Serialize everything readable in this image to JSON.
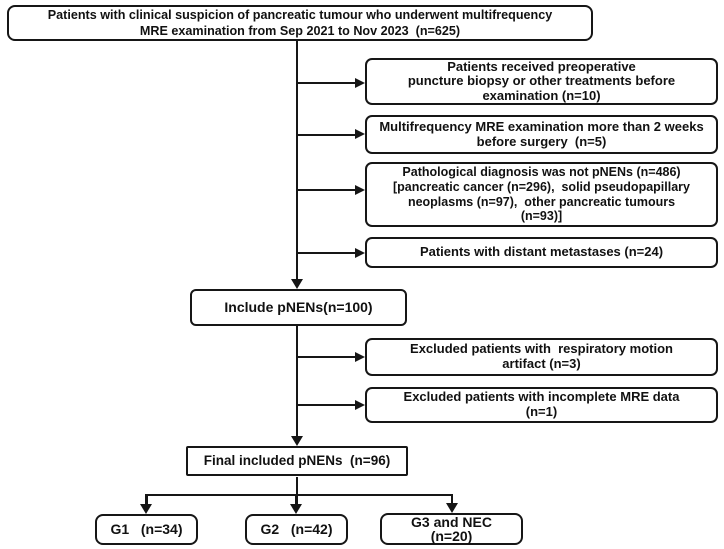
{
  "figure": {
    "type": "patient-flow-diagram",
    "background_color": "#ffffff",
    "line_color": "#161616",
    "text_color": "#111111"
  },
  "nodes": {
    "source": {
      "lines": [
        "Patients with clinical suspicion of pancreatic tumour who underwent multifrequency",
        "MRE examination from Sep 2021 to Nov 2023  (n=625)"
      ],
      "n": 625
    },
    "excl_preop": {
      "lines": [
        "Patients received preoperative",
        "puncture biopsy or other treatments before",
        "examination (n=10)"
      ],
      "n": 10
    },
    "excl_timing": {
      "lines": [
        "Multifrequency MRE examination more than 2 weeks",
        "before surgery  (n=5)"
      ],
      "n": 5
    },
    "excl_pathology": {
      "lines": [
        "Pathological diagnosis was not pNENs (n=486)",
        "[pancreatic cancer (n=296),  solid pseudopapillary",
        "neoplasms (n=97),  other pancreatic tumours",
        "(n=93)]"
      ],
      "n": 486
    },
    "excl_metastases": {
      "lines": [
        "Patients with distant metastases (n=24)"
      ],
      "n": 24
    },
    "include": {
      "lines": [
        "Include pNENs(n=100)"
      ],
      "n": 100
    },
    "excl_motion": {
      "lines": [
        "Excluded patients with  respiratory motion",
        "artifact (n=3)"
      ],
      "n": 3
    },
    "excl_incomplete": {
      "lines": [
        "Excluded patients with incomplete MRE data",
        "(n=1)"
      ],
      "n": 1
    },
    "final": {
      "lines": [
        "Final included pNENs  (n=96)"
      ],
      "n": 96
    },
    "g1": {
      "lines": [
        "G1   (n=34)"
      ],
      "n": 34
    },
    "g2": {
      "lines": [
        "G2   (n=42)"
      ],
      "n": 42
    },
    "g3": {
      "lines": [
        "G3 and NEC",
        "(n=20)"
      ],
      "n": 20
    }
  }
}
